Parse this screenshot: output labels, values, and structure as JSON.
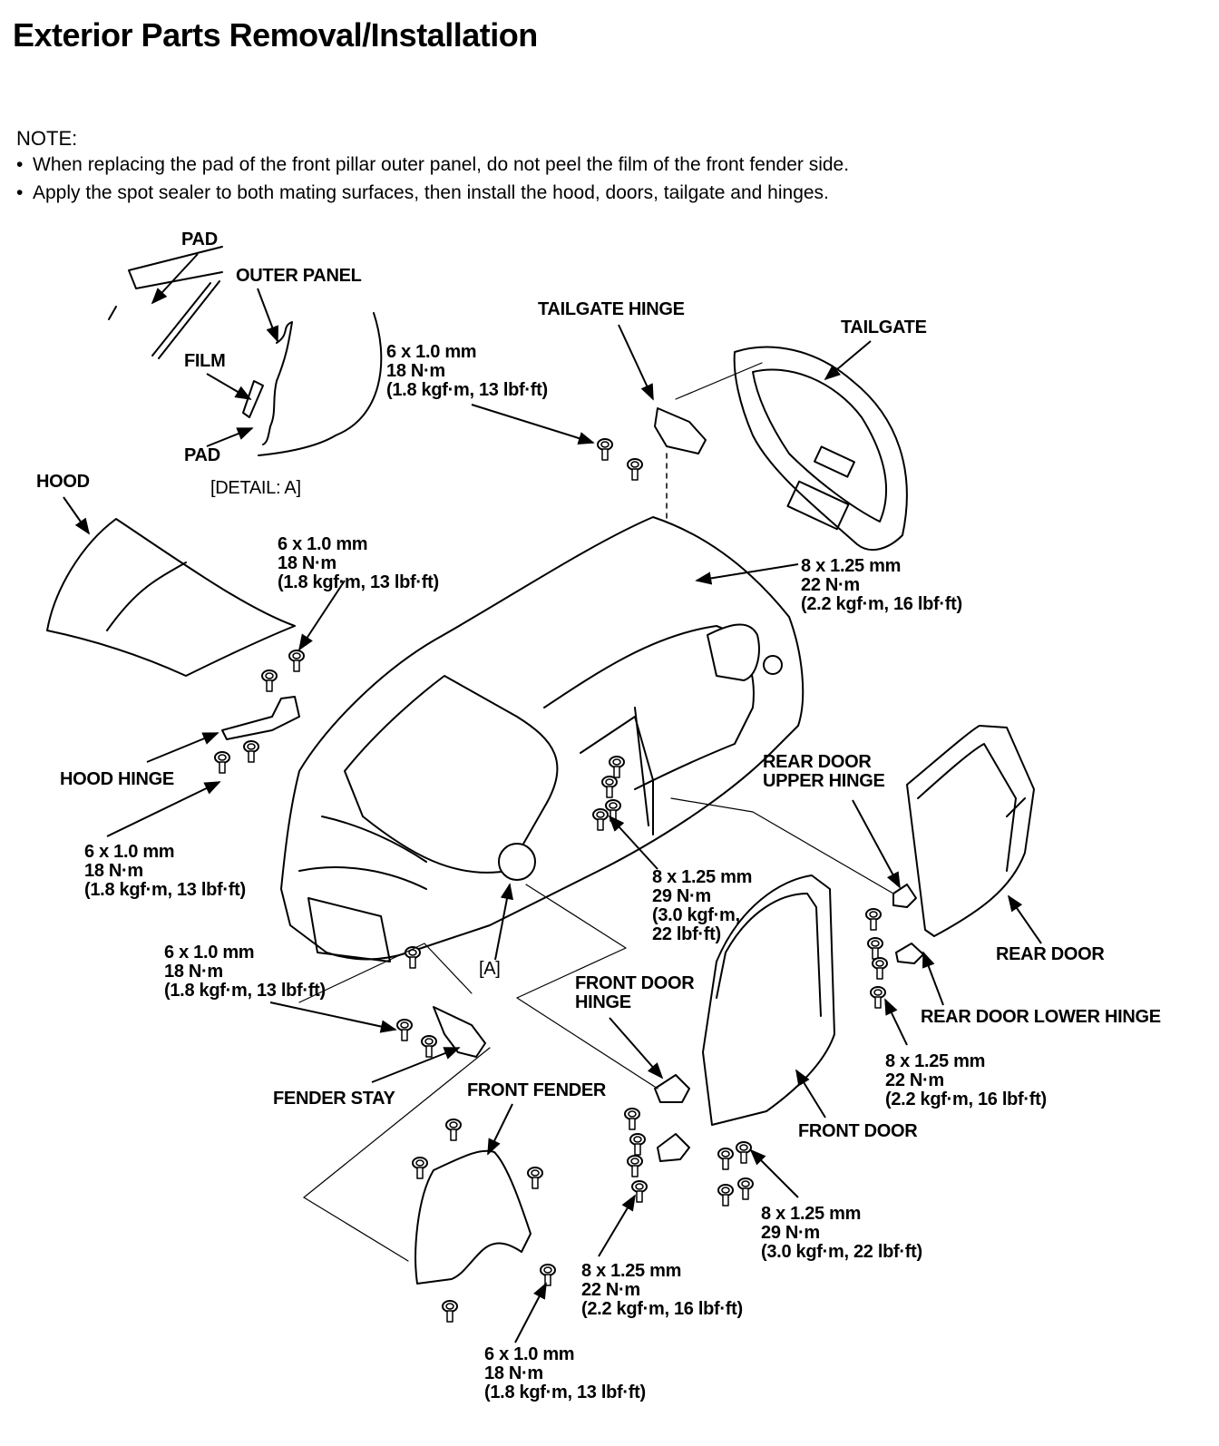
{
  "title": "Exterior Parts Removal/Installation",
  "note": {
    "heading": "NOTE:",
    "items": [
      "When replacing the pad of the front pillar outer panel, do not peel the film of the front fender side.",
      "Apply the spot sealer to both mating surfaces, then install the hood, doors, tailgate and hinges."
    ]
  },
  "labels": {
    "pad_top": "PAD",
    "outer_panel": "OUTER PANEL",
    "film": "FILM",
    "pad_bottom": "PAD",
    "detail_a": "[DETAIL: A]",
    "hood": "HOOD",
    "hood_hinge": "HOOD HINGE",
    "tailgate_hinge": "TAILGATE HINGE",
    "tailgate": "TAILGATE",
    "rear_door_upper_hinge": [
      "REAR DOOR",
      "UPPER HINGE"
    ],
    "rear_door": "REAR DOOR",
    "rear_door_lower_hinge": "REAR DOOR LOWER HINGE",
    "front_door_hinge": [
      "FRONT DOOR",
      "HINGE"
    ],
    "front_door": "FRONT DOOR",
    "fender_stay": "FENDER STAY",
    "front_fender": "FRONT FENDER",
    "ref_a": "[A]"
  },
  "torque_specs": {
    "tailgate_hinge_bolt": [
      "6 x 1.0 mm",
      "18 N·m",
      "(1.8 kgf·m, 13 lbf·ft)"
    ],
    "hood_hinge_upper": [
      "6 x 1.0 mm",
      "18 N·m",
      "(1.8 kgf·m, 13 lbf·ft)"
    ],
    "tailgate_hinge_nut": [
      "8 x 1.25 mm",
      "22 N·m",
      "(2.2 kgf·m, 16 lbf·ft)"
    ],
    "hood_hinge_lower": [
      "6 x 1.0 mm",
      "18 N·m",
      "(1.8 kgf·m, 13 lbf·ft)"
    ],
    "door_hinge_body": [
      "8 x 1.25 mm",
      "29 N·m",
      "(3.0 kgf·m,",
      "22 lbf·ft)"
    ],
    "fender_stay_bolt": [
      "6 x 1.0 mm",
      "18 N·m",
      "(1.8 kgf·m, 13 lbf·ft)"
    ],
    "rear_door_hinge": [
      "8 x 1.25 mm",
      "22 N·m",
      "(2.2 kgf·m, 16 lbf·ft)"
    ],
    "front_door_hinge_right": [
      "8 x 1.25 mm",
      "29 N·m",
      "(3.0 kgf·m, 22 lbf·ft)"
    ],
    "front_door_hinge_left": [
      "8 x 1.25 mm",
      "22 N·m",
      "(2.2 kgf·m, 16 lbf·ft)"
    ],
    "front_fender_bolt": [
      "6 x 1.0 mm",
      "18 N·m",
      "(1.8 kgf·m, 13 lbf·ft)"
    ]
  }
}
